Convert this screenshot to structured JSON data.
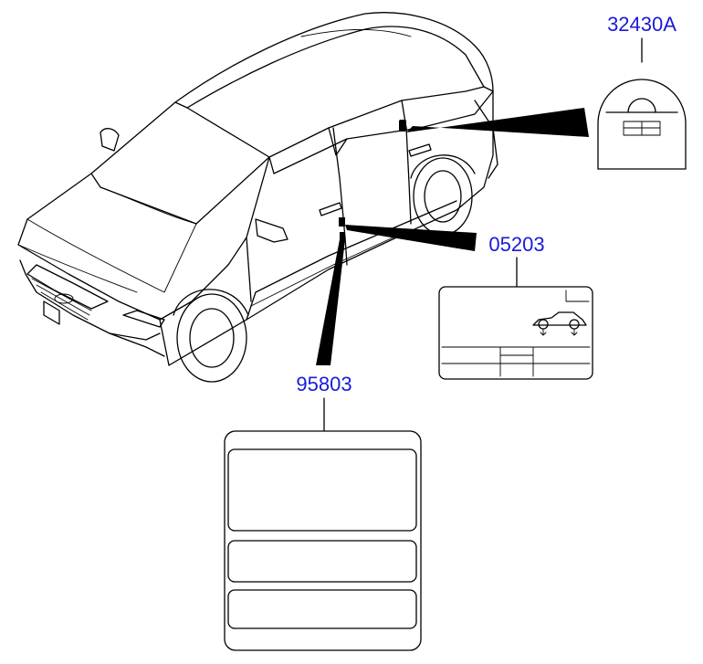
{
  "parts": [
    {
      "id": "label-32430a",
      "number": "32430A"
    },
    {
      "id": "label-05203",
      "number": "05203"
    },
    {
      "id": "label-95803",
      "number": "95803"
    }
  ]
}
